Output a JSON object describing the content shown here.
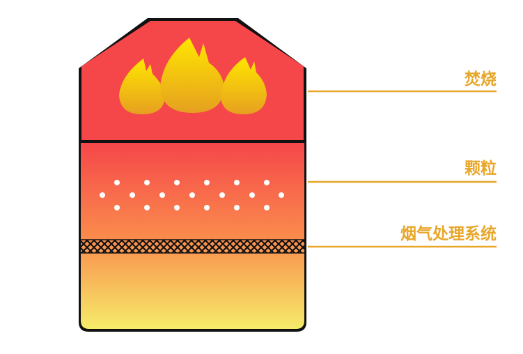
{
  "labels": {
    "top": "焚烧",
    "middle": "颗粒",
    "bottom": "烟气处理系统"
  },
  "colors": {
    "accent": "#E8A628",
    "outline": "#111111",
    "chamber_top": "#F5474A",
    "chamber_mid": "#FA8A4C",
    "chamber_bottom": "#F5EC6A",
    "flame_top": "#FFE600",
    "flame_bottom": "#E6A020",
    "particle": "#FFFFFF"
  },
  "icons": {
    "flames": "fire-icon",
    "particles": "dot-icon",
    "filter": "crosshatch-mesh"
  }
}
